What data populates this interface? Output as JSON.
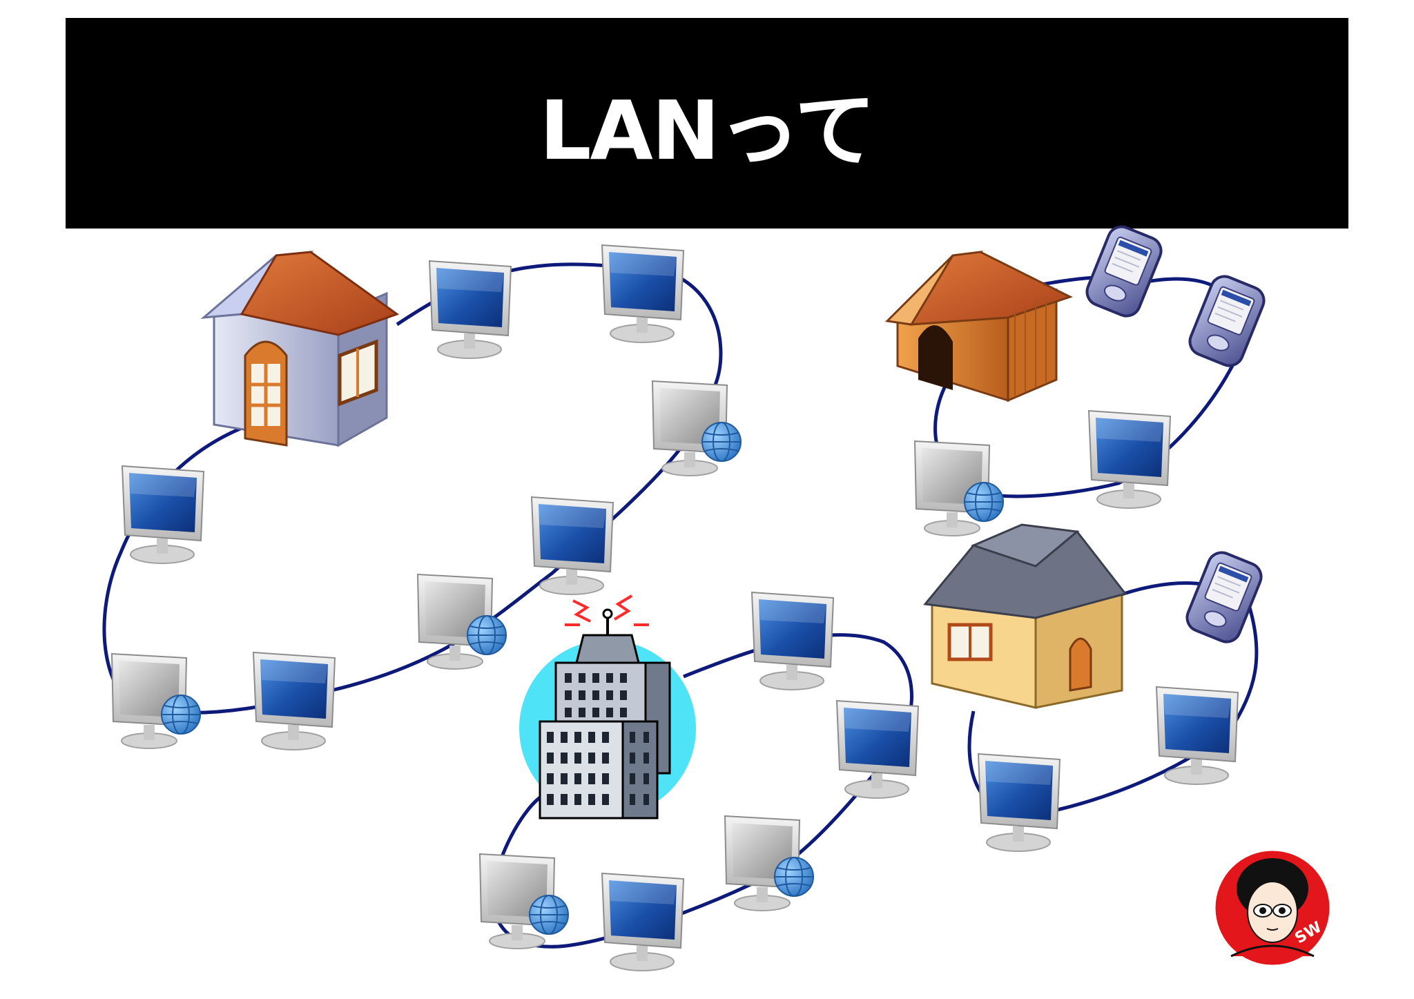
{
  "title": "LANって",
  "colors": {
    "title_bar": "#000000",
    "title_text": "#ffffff",
    "link_line": "#0d1a7a",
    "monitor_screen": "#1f5fb4",
    "globe": "#3d8fd6",
    "building_halo": "#4fe3f7",
    "avatar_ring": "#e3171b"
  },
  "networks": [
    {
      "name": "house-lan",
      "hub": "house-icon"
    },
    {
      "name": "doghouse-lan",
      "hub": "doghouse-icon"
    },
    {
      "name": "home-lan",
      "hub": "home-icon"
    },
    {
      "name": "office-lan",
      "hub": "office-building-icon"
    }
  ],
  "avatar_text": "SW"
}
